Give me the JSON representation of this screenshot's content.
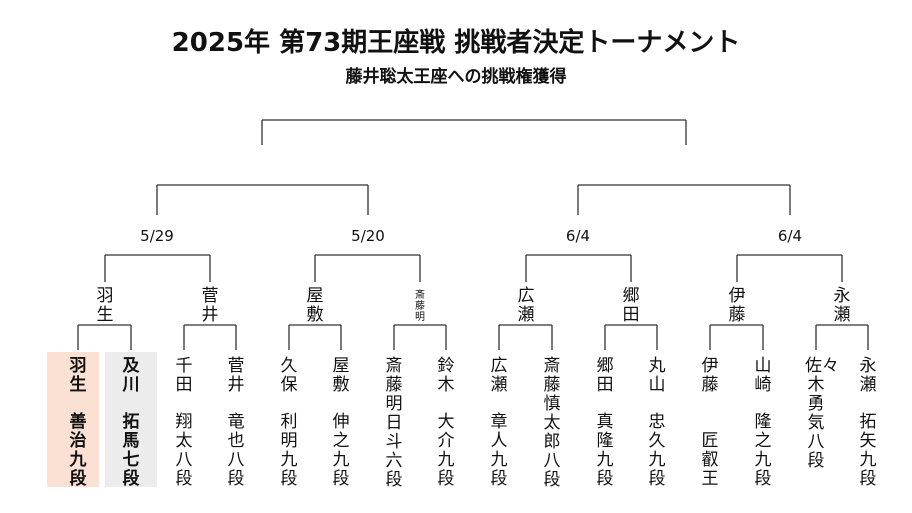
{
  "title": "2025年 第73期王座戦 挑戦者決定トーナメント",
  "subtitle": "藤井聡太王座への挑戦権獲得",
  "colors": {
    "winner_bg": "#fbe1d3",
    "runner_up_bg": "#ececec",
    "line": "#333333"
  },
  "dates": [
    "5/29",
    "5/20",
    "6/4",
    "6/4"
  ],
  "semifinalists": [
    "羽生",
    "菅井",
    "屋敷",
    "斎藤明",
    "広瀬",
    "郷田",
    "伊藤",
    "永瀬"
  ],
  "players": [
    {
      "surname": "羽生",
      "given": "善治",
      "rank": "九段"
    },
    {
      "surname": "及川",
      "given": "拓馬",
      "rank": "七段"
    },
    {
      "surname": "千田",
      "given": "翔太",
      "rank": "八段"
    },
    {
      "surname": "菅井",
      "given": "竜也",
      "rank": "八段"
    },
    {
      "surname": "久保",
      "given": "利明",
      "rank": "九段"
    },
    {
      "surname": "屋敷",
      "given": "伸之",
      "rank": "九段"
    },
    {
      "surname": "斎藤明日斗六段",
      "given": "",
      "rank": ""
    },
    {
      "surname": "鈴木",
      "given": "大介",
      "rank": "九段"
    },
    {
      "surname": "広瀬",
      "given": "章人",
      "rank": "九段"
    },
    {
      "surname": "斎藤慎太郎八段",
      "given": "",
      "rank": ""
    },
    {
      "surname": "郷田",
      "given": "真隆",
      "rank": "九段"
    },
    {
      "surname": "丸山",
      "given": "忠久",
      "rank": "九段"
    },
    {
      "surname": "伊藤",
      "given": "匠",
      "rank": "叡王"
    },
    {
      "surname": "山崎",
      "given": "隆之",
      "rank": "九段"
    },
    {
      "surname": "佐々木勇気八段",
      "given": "",
      "rank": ""
    },
    {
      "surname": "永瀬",
      "given": "拓矢",
      "rank": "九段"
    }
  ]
}
